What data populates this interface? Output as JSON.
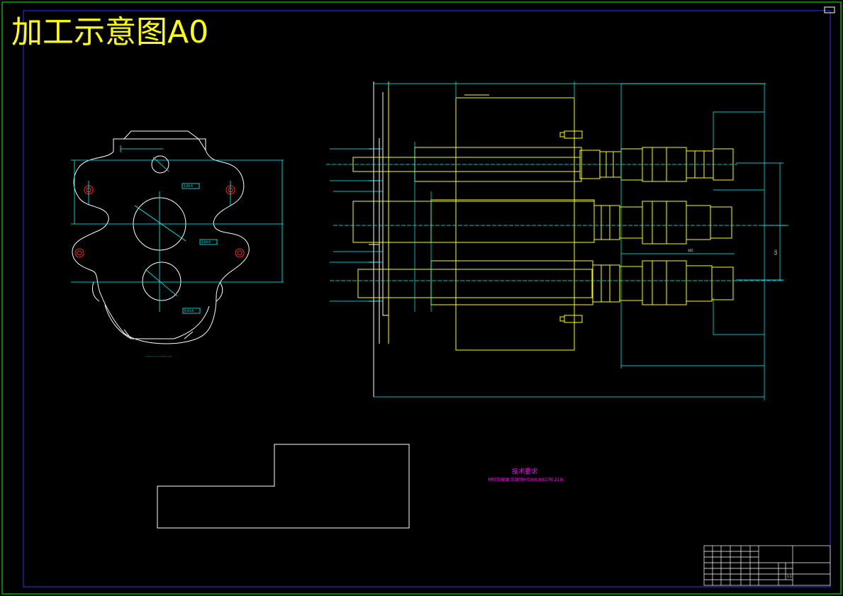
{
  "sheet": {
    "title": "加工示意图A0"
  },
  "colors": {
    "background": "#000000",
    "frame_outer": "#00ff00",
    "frame_inner": "#0000ff",
    "title": "#ffff00",
    "part": "#ffffff",
    "dimension": "#00ffff",
    "tool": "#ffff00",
    "bolt_hole": "#ff0000",
    "note": "#ff00ff"
  },
  "notes": {
    "heading": "技术要求",
    "line1": "材料及硬度:灰铸铁HT200,HB170-210。"
  },
  "part_view": {
    "caption": "",
    "tolerance_frames": [
      "0.04 A",
      "0.04 A",
      "0.04 A"
    ]
  },
  "tool_view": {
    "dim_label_305": "305",
    "dim_label_520": "520"
  },
  "cycle_diagram": {
    "label_top": "",
    "label_left": "",
    "label_bottom": ""
  },
  "title_block": {
    "school": "",
    "drawing_name": "",
    "scale": "1:1",
    "code": ""
  }
}
